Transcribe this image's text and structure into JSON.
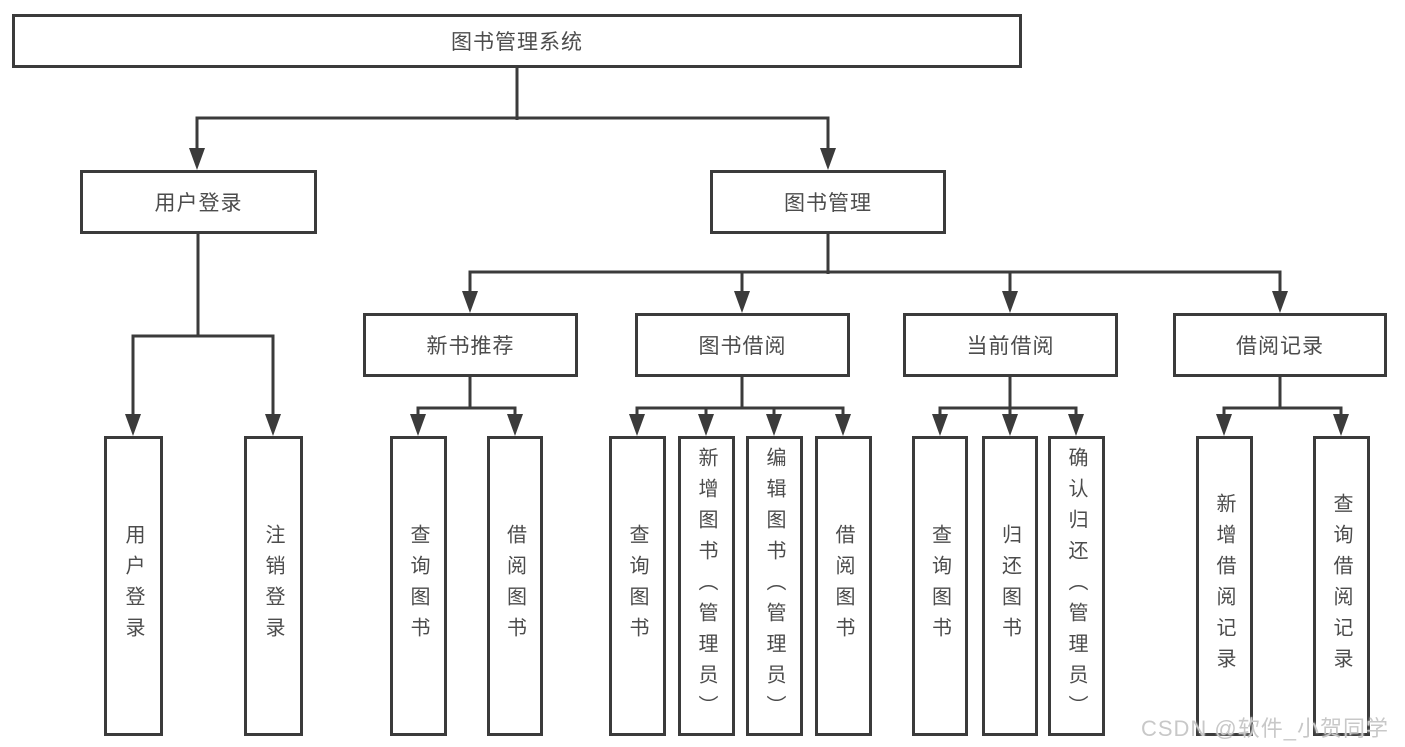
{
  "root": {
    "label": "图书管理系统"
  },
  "level1": {
    "user_login": {
      "label": "用户登录"
    },
    "book_mgmt": {
      "label": "图书管理"
    }
  },
  "level2": {
    "new_book": {
      "label": "新书推荐"
    },
    "borrow": {
      "label": "图书借阅"
    },
    "current": {
      "label": "当前借阅"
    },
    "record": {
      "label": "借阅记录"
    }
  },
  "leaves": {
    "user_login": [
      "用户登录",
      "注销登录"
    ],
    "new_book": [
      "查询图书",
      "借阅图书"
    ],
    "borrow": [
      "查询图书",
      "新增图书（管理员）",
      "编辑图书（管理员）",
      "借阅图书"
    ],
    "current": [
      "查询图书",
      "归还图书",
      "确认归还（管理员）"
    ],
    "record": [
      "新增借阅记录",
      "查询借阅记录"
    ]
  },
  "watermark": "CSDN @软件_小贺同学",
  "colors": {
    "line": "#3b3b3b",
    "text": "#4c4c4c",
    "watermark": "#c8c8c8",
    "background": "#ffffff"
  }
}
